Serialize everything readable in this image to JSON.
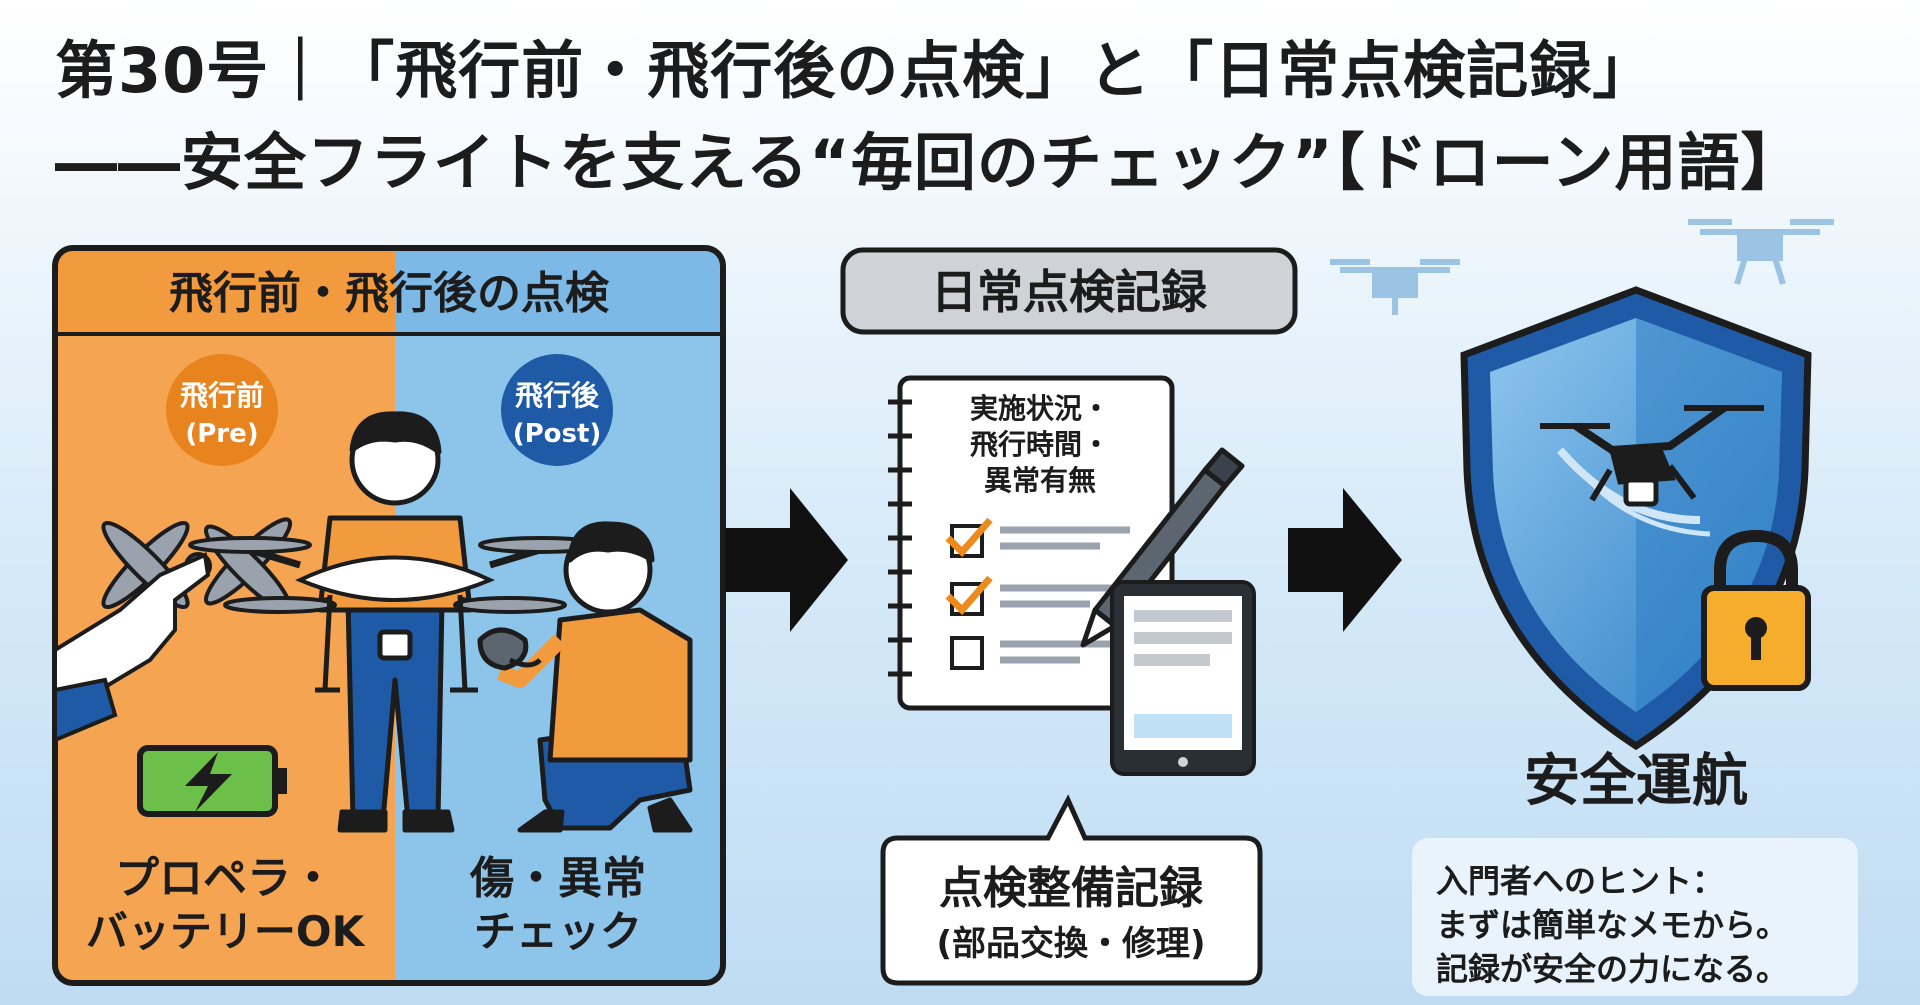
{
  "title": {
    "line1": "第30号｜「飛行前・飛行後の点検」と「日常点検記録」",
    "line2": "――安全フライトを支える“毎回のチェック”【ドローン用語】"
  },
  "left_panel": {
    "header": "飛行前・飛行後の点検",
    "pre_badge": {
      "jp": "飛行前",
      "en": "(Pre)"
    },
    "post_badge": {
      "jp": "飛行後",
      "en": "(Post)"
    },
    "pre_caption": {
      "line1": "プロペラ・",
      "line2": "バッテリーOK"
    },
    "post_caption": {
      "line1": "傷・異常",
      "line2": "チェック"
    }
  },
  "middle_panel": {
    "header": "日常点検記録",
    "notebook": {
      "line1": "実施状況・",
      "line2": "飛行時間・",
      "line3": "異常有無"
    },
    "callout": {
      "line1": "点検整備記録",
      "line2": "(部品交換・修理)"
    }
  },
  "right_panel": {
    "label": "安全運航",
    "hint": {
      "line1": "入門者へのヒント：",
      "line2": "まずは簡単なメモから。",
      "line3": "記録が安全の力になる。"
    }
  },
  "colors": {
    "orange": "#f5a451",
    "blue": "#8cc4ea",
    "dark_orange": "#e8841e",
    "dark_blue": "#1f5aa6",
    "check": "#ec8a1e",
    "battery_green": "#6cc04a",
    "lock_yellow": "#f5ad2b",
    "outline": "#1c1c1c"
  }
}
